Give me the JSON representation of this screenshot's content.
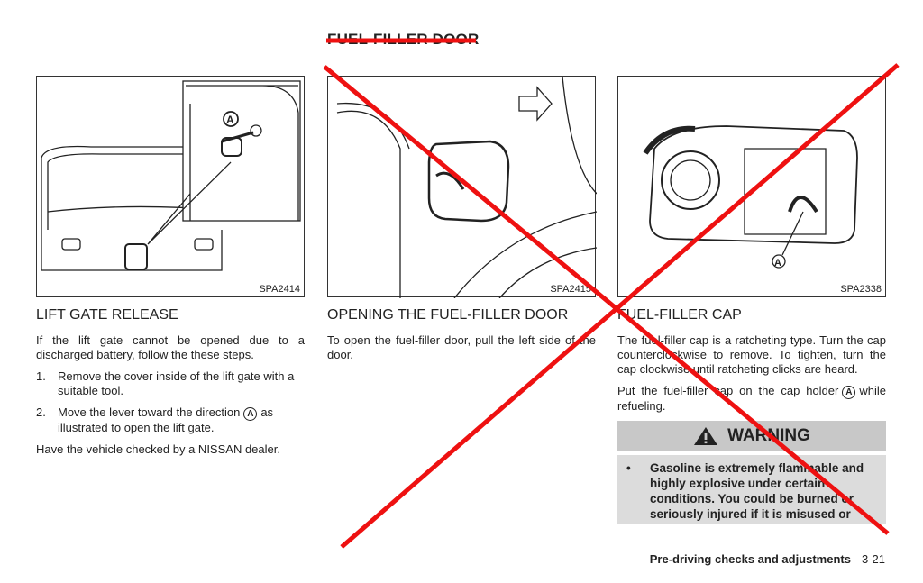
{
  "section_title": "FUEL-FILLER DOOR",
  "figures": [
    {
      "code": "SPA2414",
      "label_marker": "A"
    },
    {
      "code": "SPA2415"
    },
    {
      "code": "SPA2338",
      "label_marker": "A"
    }
  ],
  "lift_gate": {
    "heading": "LIFT GATE RELEASE",
    "intro": "If the lift gate cannot be opened due to a discharged battery, follow the these steps.",
    "steps": [
      {
        "num": "1.",
        "text": "Remove the cover inside of the lift gate with a suitable tool."
      },
      {
        "num": "2.",
        "text_before": "Move the lever toward the direction",
        "marker": "A",
        "text_after": "as illustrated to open the lift gate."
      }
    ],
    "closing": "Have the vehicle checked by a NISSAN dealer."
  },
  "fuel_door": {
    "heading": "OPENING THE FUEL-FILLER DOOR",
    "text": "To open the fuel-filler door, pull the left side of the door."
  },
  "fuel_cap": {
    "heading": "FUEL-FILLER CAP",
    "p1": "The fuel-filler cap is a ratcheting type. Turn the cap counterclockwise to remove. To tighten, turn the cap clockwise until ratcheting clicks are heard.",
    "p2_before": "Put the fuel-filler cap on the cap holder",
    "p2_marker": "A",
    "p2_after": "while refueling.",
    "warning_title": "WARNING",
    "warning_icon": "warning-triangle-icon",
    "warning_text": "Gasoline is extremely flammable and highly explosive under certain conditions. You could be burned or seriously injured if it is misused or"
  },
  "footer": {
    "section": "Pre-driving checks and adjustments",
    "page": "3-21"
  },
  "colors": {
    "strike": "#ee1111",
    "warning_head": "#c8c8c8",
    "warning_body": "#dcdcdc"
  }
}
